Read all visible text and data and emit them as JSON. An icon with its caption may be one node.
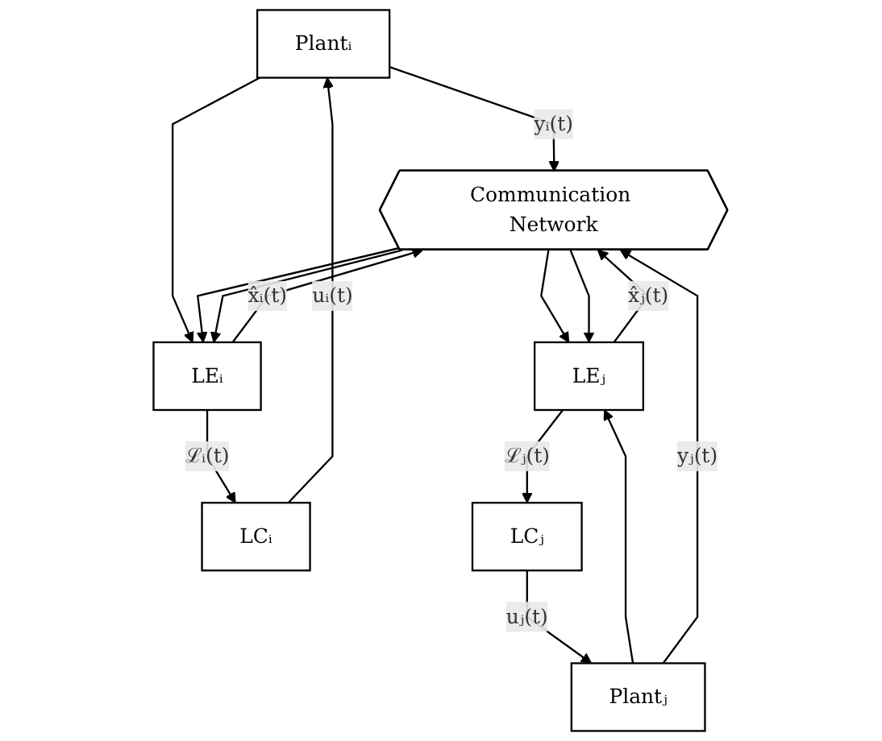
{
  "diagram": {
    "nodes": [
      {
        "text": [
          "Plantᵢ"
        ]
      },
      {
        "text": [
          "LCᵢ"
        ]
      },
      {
        "text": [
          "LEᵢ"
        ]
      },
      {
        "text": [
          "Communication Network"
        ]
      },
      {
        "text": [
          "LEⱼ"
        ]
      },
      {
        "text": [
          "LCⱼ"
        ]
      },
      {
        "text": [
          "Plantⱼ"
        ]
      }
    ],
    "edges": [
      {
        "from": 1,
        "to": 0,
        "arrow": "to",
        "label": "uᵢ(t)"
      },
      {
        "from": 0,
        "to": 3,
        "arrow": "to",
        "label": "yᵢ(t)"
      },
      {
        "from": 0,
        "to": 2,
        "arrow": "to"
      },
      {
        "from": 3,
        "to": 2,
        "arrow": "to"
      },
      {
        "from": 2,
        "to": 1,
        "arrow": "to",
        "label": "ℒᵢ(t)"
      },
      {
        "from": 3,
        "to": 2,
        "arrow": "to"
      },
      {
        "from": 2,
        "to": 3,
        "arrow": "to",
        "label": "x̂ᵢ(t)"
      },
      {
        "from": 4,
        "to": 3,
        "arrow": "to",
        "label": "x̂ⱼ(t)"
      },
      {
        "from": 3,
        "to": 4,
        "arrow": "to"
      },
      {
        "from": 3,
        "to": 4,
        "arrow": "to"
      },
      {
        "from": 6,
        "to": 4,
        "arrow": "to"
      },
      {
        "from": 4,
        "to": 5,
        "arrow": "to",
        "label": "ℒⱼ(t)"
      },
      {
        "from": 5,
        "to": 6,
        "arrow": "to",
        "label": "uⱼ(t)"
      },
      {
        "from": 6,
        "to": 3,
        "arrow": "to",
        "label": "yⱼ(t)"
      }
    ]
  }
}
